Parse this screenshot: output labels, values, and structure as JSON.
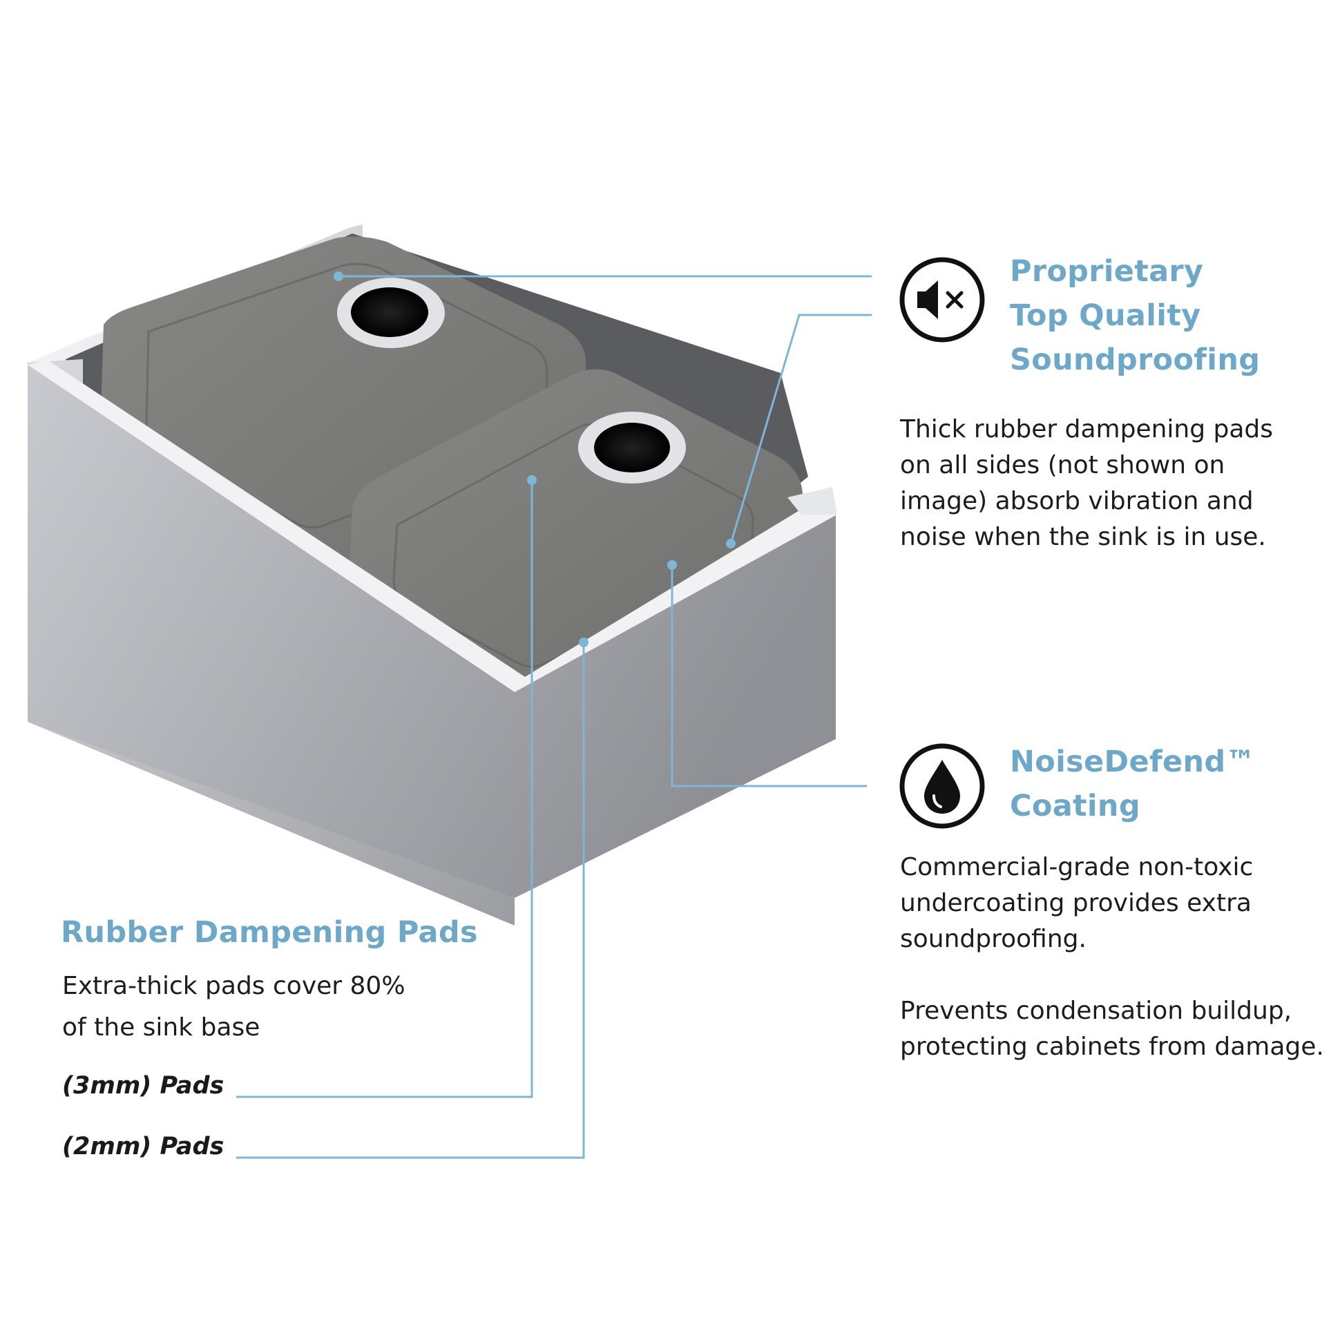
{
  "callouts": {
    "soundproofing": {
      "icon": "mute-speaker-icon",
      "title_lines": [
        "Proprietary",
        "Top Quality",
        "Soundproofing"
      ],
      "body_lines": [
        "Thick rubber dampening pads",
        "on all sides (not shown on",
        "image) absorb vibration and",
        "noise when the sink is in use."
      ]
    },
    "coating": {
      "icon": "water-drop-icon",
      "title_lines": [
        "NoiseDefend™",
        "Coating"
      ],
      "body_lines": [
        "Commercial-grade non-toxic",
        "undercoating provides extra",
        "soundproofing."
      ],
      "body2_lines": [
        "Prevents condensation buildup,",
        "protecting cabinets from damage."
      ]
    },
    "pads": {
      "title": "Rubber Dampening Pads",
      "body_lines": [
        "Extra-thick pads cover 80%",
        "of the sink base"
      ],
      "label_3mm": "(3mm) Pads",
      "label_2mm": "(2mm) Pads"
    }
  },
  "colors": {
    "accent_blue": "#6ea8c9",
    "leader_line": "#7db6d6",
    "pad_gray": "#7d7d7b",
    "steel_light": "#cfd0d4",
    "steel_mid": "#a6a7ac",
    "text": "#1a1a1a"
  }
}
